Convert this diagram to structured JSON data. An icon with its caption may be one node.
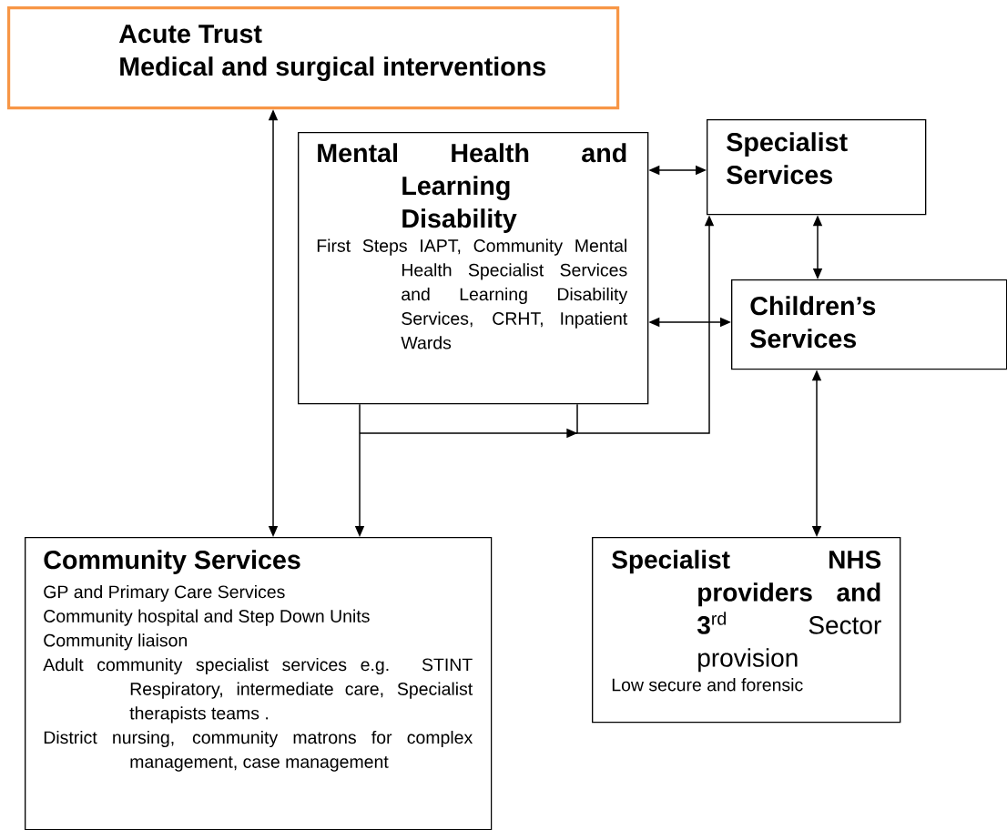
{
  "diagram": {
    "nodes": [
      {
        "text": [
          "Acute Trust",
          "Medical and surgical interventions"
        ]
      },
      {
        "text": [
          "Mental Health and Learning Disability",
          "First Steps IAPT, Community Mental Health Specialist Services and Learning Disability Services, CRHT, Inpatient Wards"
        ]
      },
      {
        "text": [
          "Specialist Services"
        ]
      },
      {
        "text": [
          "Children’s Services"
        ]
      },
      {
        "text": [
          "Community Services",
          "GP and Primary Care Services",
          "Community hospital and Step Down Units",
          "Community liaison",
          "Adult community specialist services e.g. STINT Respiratory, intermediate care, Specialist therapists teams .",
          "District nursing, community matrons for complex management, case management"
        ]
      },
      {
        "text": [
          "**Specialist NHS providers and 3**$^{rd}$ Sector provision",
          "Low secure and forensic"
        ]
      }
    ],
    "edges": [
      {
        "from": 0,
        "to": 4,
        "arrow": "both"
      },
      {
        "from": 1,
        "to": 2,
        "arrow": "both"
      },
      {
        "from": 2,
        "to": 3,
        "arrow": "both"
      },
      {
        "from": 1,
        "to": 3,
        "arrow": "both"
      },
      {
        "from": 3,
        "to": 5,
        "arrow": "both"
      },
      {
        "from": 1,
        "to": 4,
        "arrow": "to"
      },
      {
        "from": 1,
        "to": 2,
        "arrow": "to"
      }
    ]
  }
}
